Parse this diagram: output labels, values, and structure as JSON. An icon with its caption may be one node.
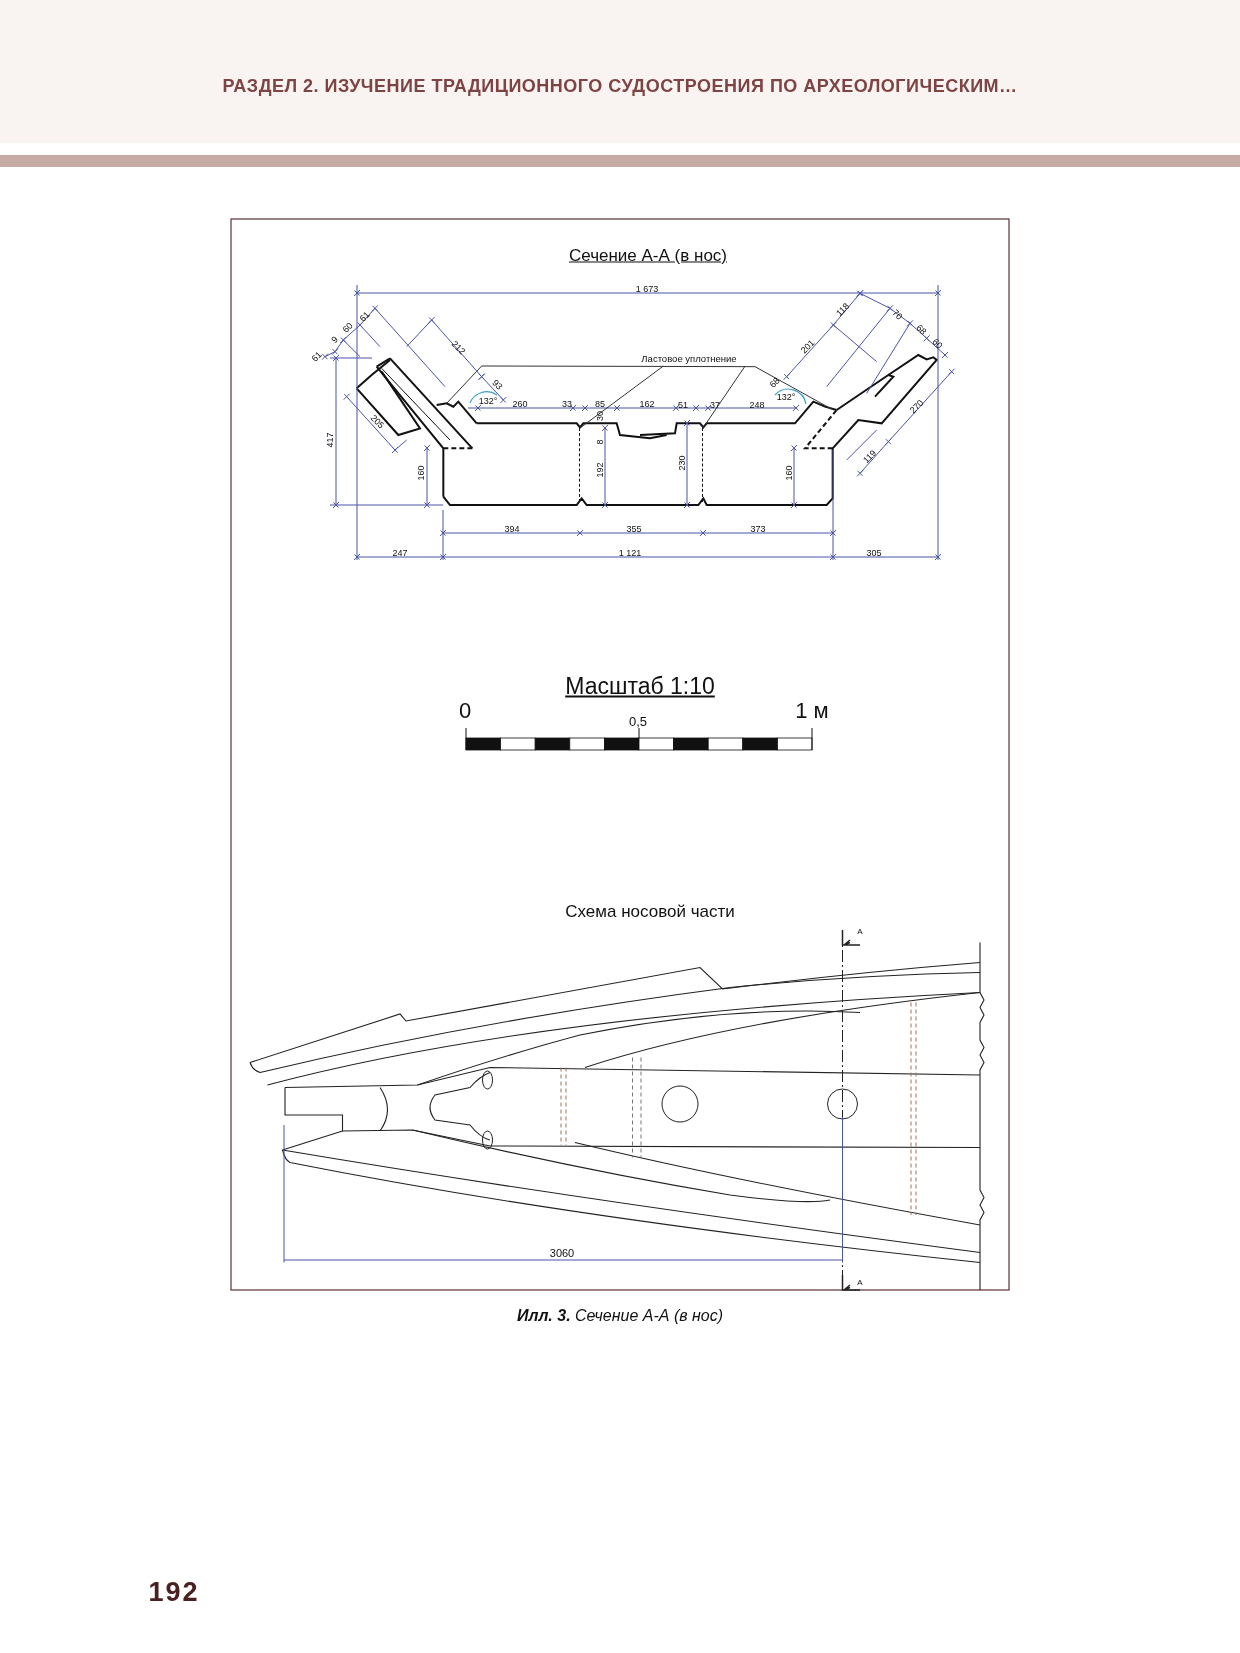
{
  "diagram": {
    "caption": "**Илл. 3.** Сечение А-А (в нос)",
    "nodes": [
      {
        "text": [
          "Ластовое уплотнение"
        ]
      },
      {
        "text": [],
        "shape": "line"
      },
      {
        "text": [],
        "shape": "line"
      }
    ],
    "edges": [
      {
        "from": 0,
        "to": 1,
        "arrow": "none"
      },
      {
        "from": 0,
        "to": 2,
        "arrow": "none"
      }
    ],
    "labels": [
      "РАЗДЕЛ 2. ИЗУЧЕНИЕ ТРАДИЦИОННОГО СУДОСТРОЕНИЯ ПО АРХЕОЛОГИЧЕСКИМ…",
      "Сечение А-А (в нос)",
      "1 673",
      "61",
      "9",
      "60",
      "61",
      "212",
      "118",
      "70",
      "68",
      "60",
      "201",
      "93",
      "68",
      "132°",
      "260",
      "33",
      "85",
      "162",
      "51",
      "37",
      "248",
      "132°",
      "30",
      "270",
      "205",
      "417",
      "8",
      "160",
      "192",
      "230",
      "160",
      "119",
      "394",
      "355",
      "373",
      "247",
      "1 121",
      "305",
      "Масштаб 1:10",
      "0",
      "0,5",
      "1 м",
      "Схема носовой части",
      "А",
      "3060",
      "А",
      "192"
    ]
  }
}
